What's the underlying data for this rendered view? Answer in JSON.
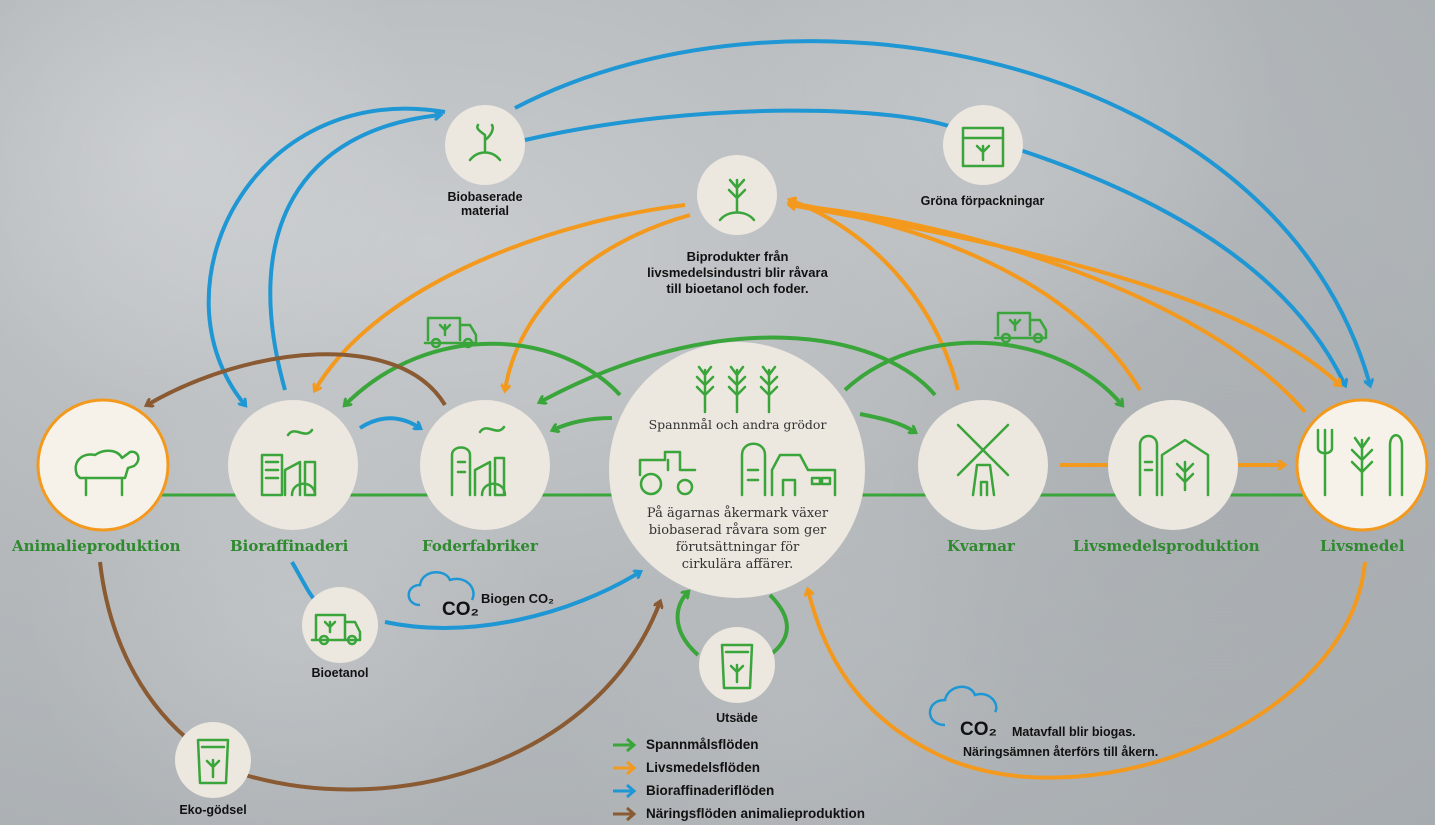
{
  "colors": {
    "green": "#3aa53a",
    "orange": "#f39a1e",
    "blue": "#1e97d4",
    "brown": "#8a5a32",
    "circle_fill": "#ece7df",
    "label_green": "#2f8a2f"
  },
  "nodes": {
    "animal": "Animalieproduktion",
    "biorefinery": "Bioraffinaderi",
    "feed": "Foderfabriker",
    "mills": "Kvarnar",
    "food_production": "Livsmedelsproduktion",
    "food": "Livsmedel"
  },
  "center": {
    "crops": "Spannmål och andra grödor",
    "description": [
      "På ägarnas åkermark växer",
      "biobaserad råvara som ger",
      "förutsättningar för",
      "cirkulära affärer."
    ]
  },
  "labels": {
    "biobased_l1": "Biobaserade",
    "biobased_l2": "material",
    "byproducts_l1": "Biprodukter från",
    "byproducts_l2": "livsmedelsindustri blir råvara",
    "byproducts_l3": "till bioetanol och foder.",
    "green_packaging": "Gröna förpackningar",
    "bioethanol": "Bioetanol",
    "biogenic_co2": "Biogen CO₂",
    "co2": "CO₂",
    "seed": "Utsäde",
    "eco_fertilizer": "Eko-gödsel",
    "food_waste_l1": "Matavfall blir biogas.",
    "food_waste_l2": "Näringsämnen återförs till åkern."
  },
  "legend": [
    {
      "label": "Spannmålsflöden",
      "color": "#3aa53a"
    },
    {
      "label": "Livsmedelsflöden",
      "color": "#f39a1e"
    },
    {
      "label": "Bioraffinaderiflöden",
      "color": "#1e97d4"
    },
    {
      "label": "Näringsflöden animalieproduktion",
      "color": "#8a5a32"
    }
  ],
  "icons": [
    "sheep-icon",
    "factory-icon",
    "crops-icon",
    "tractor-icon",
    "silo-icon",
    "barn-icon",
    "windmill-icon",
    "plant-icon",
    "truck-icon",
    "cloud-icon",
    "sack-icon",
    "box-icon",
    "fork-icon"
  ]
}
